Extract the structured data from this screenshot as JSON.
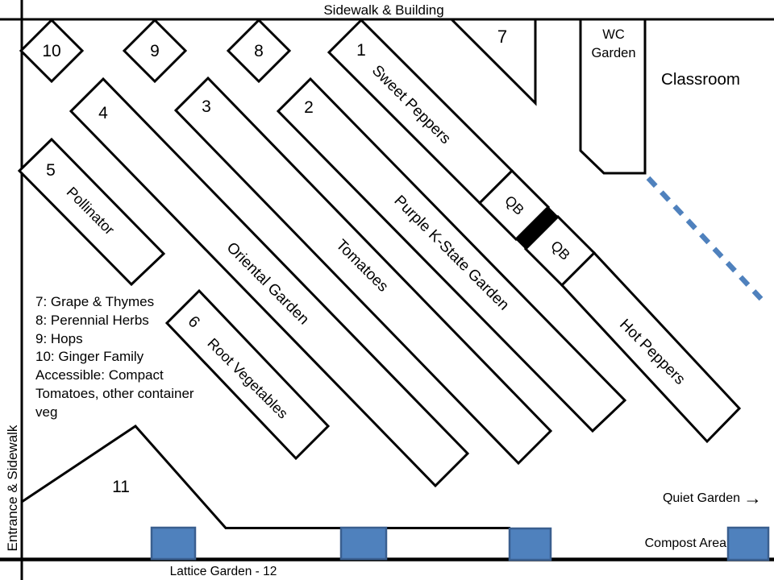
{
  "colors": {
    "accent_blue": "#4f81bd",
    "accent_blue_border": "#3a5f8f",
    "line_black": "#000000"
  },
  "borders": {
    "top_label": "Sidewalk & Building",
    "left_label": "Entrance & Sidewalk",
    "bottom_label": "Lattice Garden - 12"
  },
  "rooms": {
    "classroom": "Classroom",
    "wc_line1": "WC",
    "wc_line2": "Garden"
  },
  "beds": {
    "sweet_peppers": {
      "number": "1",
      "name": "Sweet Peppers"
    },
    "purple_kstate": {
      "number": "2",
      "name": "Purple K-State Garden"
    },
    "tomatoes": {
      "number": "3",
      "name": "Tomatoes"
    },
    "oriental": {
      "number": "4",
      "name": "Oriental Garden"
    },
    "pollinator": {
      "number": "5",
      "name": "Pollinator"
    },
    "root_vegetables": {
      "number": "6",
      "name": "Root Vegetables"
    },
    "grape_thymes": {
      "number": "7"
    },
    "perennial_herbs": {
      "number": "8"
    },
    "hops": {
      "number": "9"
    },
    "ginger_family": {
      "number": "10"
    },
    "bed_11": {
      "number": "11"
    },
    "hot_peppers": {
      "name": "Hot Peppers"
    },
    "qb1": {
      "name": "QB"
    },
    "qb2": {
      "name": "QB"
    }
  },
  "legend": {
    "lines": [
      "7: Grape & Thymes",
      "8: Perennial Herbs",
      "9:  Hops",
      "10: Ginger Family",
      "Accessible: Compact",
      "Tomatoes, other container",
      "veg"
    ]
  },
  "annotations": {
    "quiet_garden": "Quiet Garden",
    "quiet_garden_arrow": "→",
    "compost_area": "Compost Area"
  }
}
